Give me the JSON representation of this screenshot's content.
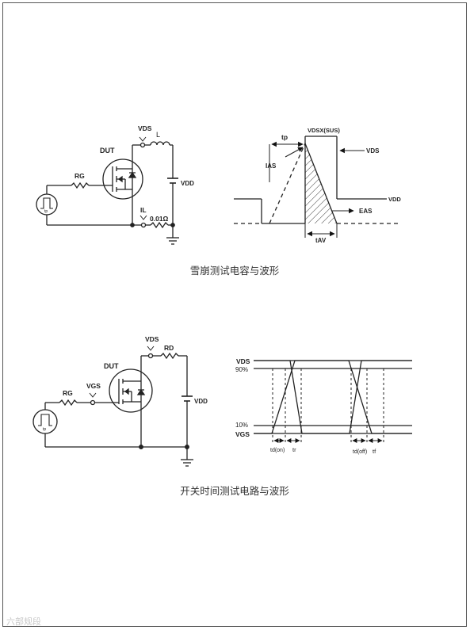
{
  "captions": {
    "avalanche": "雪崩测试电容与波形",
    "switching": "开关时间测试电路与波形"
  },
  "avalanche_circuit": {
    "vds": "VDS",
    "l": "L",
    "dut": "DUT",
    "rg": "RG",
    "vdd": "VDD",
    "il": "IL",
    "shunt": "0.01Ω",
    "tp": "tp"
  },
  "avalanche_waveform": {
    "tp": "tp",
    "vdsx": "VDSX(SUS)",
    "vds": "VDS",
    "ias": "IAS",
    "vdd": "VDD",
    "eas": "EAS",
    "tav": "tAV"
  },
  "switching_circuit": {
    "vds": "VDS",
    "rd": "RD",
    "dut": "DUT",
    "rg": "RG",
    "vgs": "VGS",
    "vdd": "VDD",
    "tp": "tp"
  },
  "switching_waveform": {
    "vds": "VDS",
    "p90": "90%",
    "p10": "10%",
    "vgs": "VGS",
    "tdon": "td(on)",
    "tr": "tr",
    "tdoff": "td(off)",
    "tf": "tf"
  },
  "watermark": "六部规段"
}
